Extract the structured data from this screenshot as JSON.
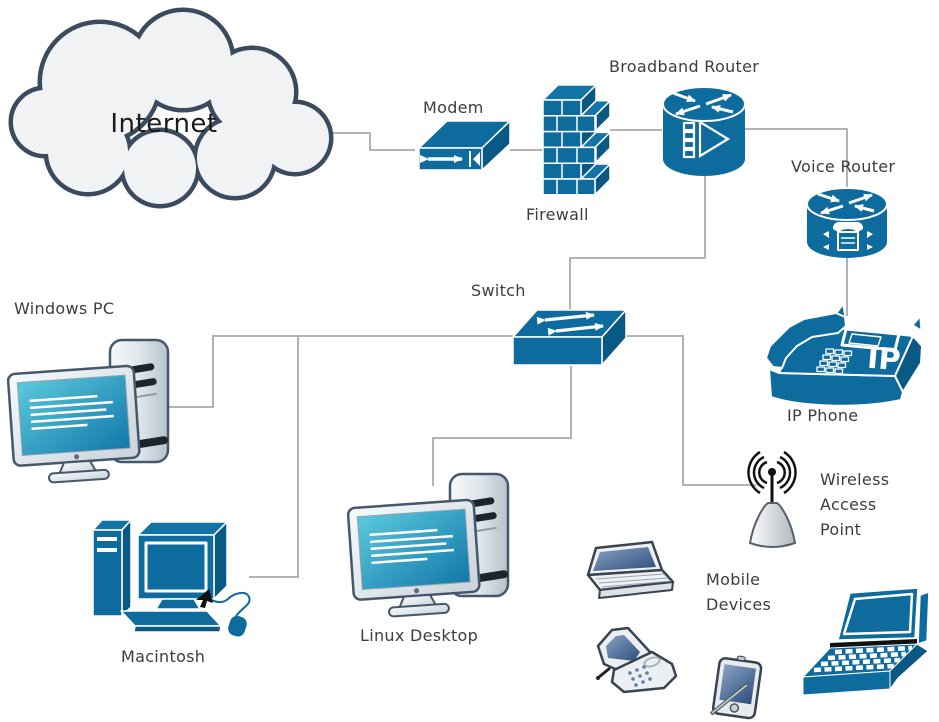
{
  "diagram": {
    "type": "network-topology-diagram",
    "background_color": "#ffffff",
    "accent_blue": "#0e6b9e",
    "accent_blue_dark": "#0a5884",
    "connector_color": "#aaaaaa",
    "label_color": "#3d3d3d"
  },
  "nodes": [
    {
      "id": "internet",
      "label": "Internet",
      "icon": "cloud-icon"
    },
    {
      "id": "modem",
      "label": "Modem",
      "icon": "modem-icon"
    },
    {
      "id": "firewall",
      "label": "Firewall",
      "icon": "firewall-brick-wall-icon"
    },
    {
      "id": "broadband-router",
      "label": "Broadband Router",
      "icon": "router-cylinder-icon"
    },
    {
      "id": "voice-router",
      "label": "Voice Router",
      "icon": "voice-router-cylinder-icon"
    },
    {
      "id": "ip-phone",
      "label": "IP Phone",
      "icon": "ip-phone-icon",
      "icon_text": "IP"
    },
    {
      "id": "switch",
      "label": "Switch",
      "icon": "switch-box-icon"
    },
    {
      "id": "windows-pc",
      "label": "Windows PC",
      "icon": "desktop-computer-icon"
    },
    {
      "id": "macintosh",
      "label": "Macintosh",
      "icon": "macintosh-computer-icon"
    },
    {
      "id": "linux-desktop",
      "label": "Linux Desktop",
      "icon": "desktop-computer-icon"
    },
    {
      "id": "wireless-access-point",
      "label": "Wireless Access Point",
      "icon": "wireless-access-point-icon"
    },
    {
      "id": "mobile-devices",
      "label": "Mobile Devices",
      "icon": "laptop-flipphone-pda-icons"
    }
  ],
  "connections": [
    {
      "from": "internet",
      "to": "modem"
    },
    {
      "from": "modem",
      "to": "firewall"
    },
    {
      "from": "firewall",
      "to": "broadband-router"
    },
    {
      "from": "broadband-router",
      "to": "voice-router"
    },
    {
      "from": "voice-router",
      "to": "ip-phone"
    },
    {
      "from": "broadband-router",
      "to": "switch"
    },
    {
      "from": "switch",
      "to": "windows-pc"
    },
    {
      "from": "switch",
      "to": "macintosh"
    },
    {
      "from": "switch",
      "to": "linux-desktop"
    },
    {
      "from": "switch",
      "to": "wireless-access-point"
    }
  ]
}
